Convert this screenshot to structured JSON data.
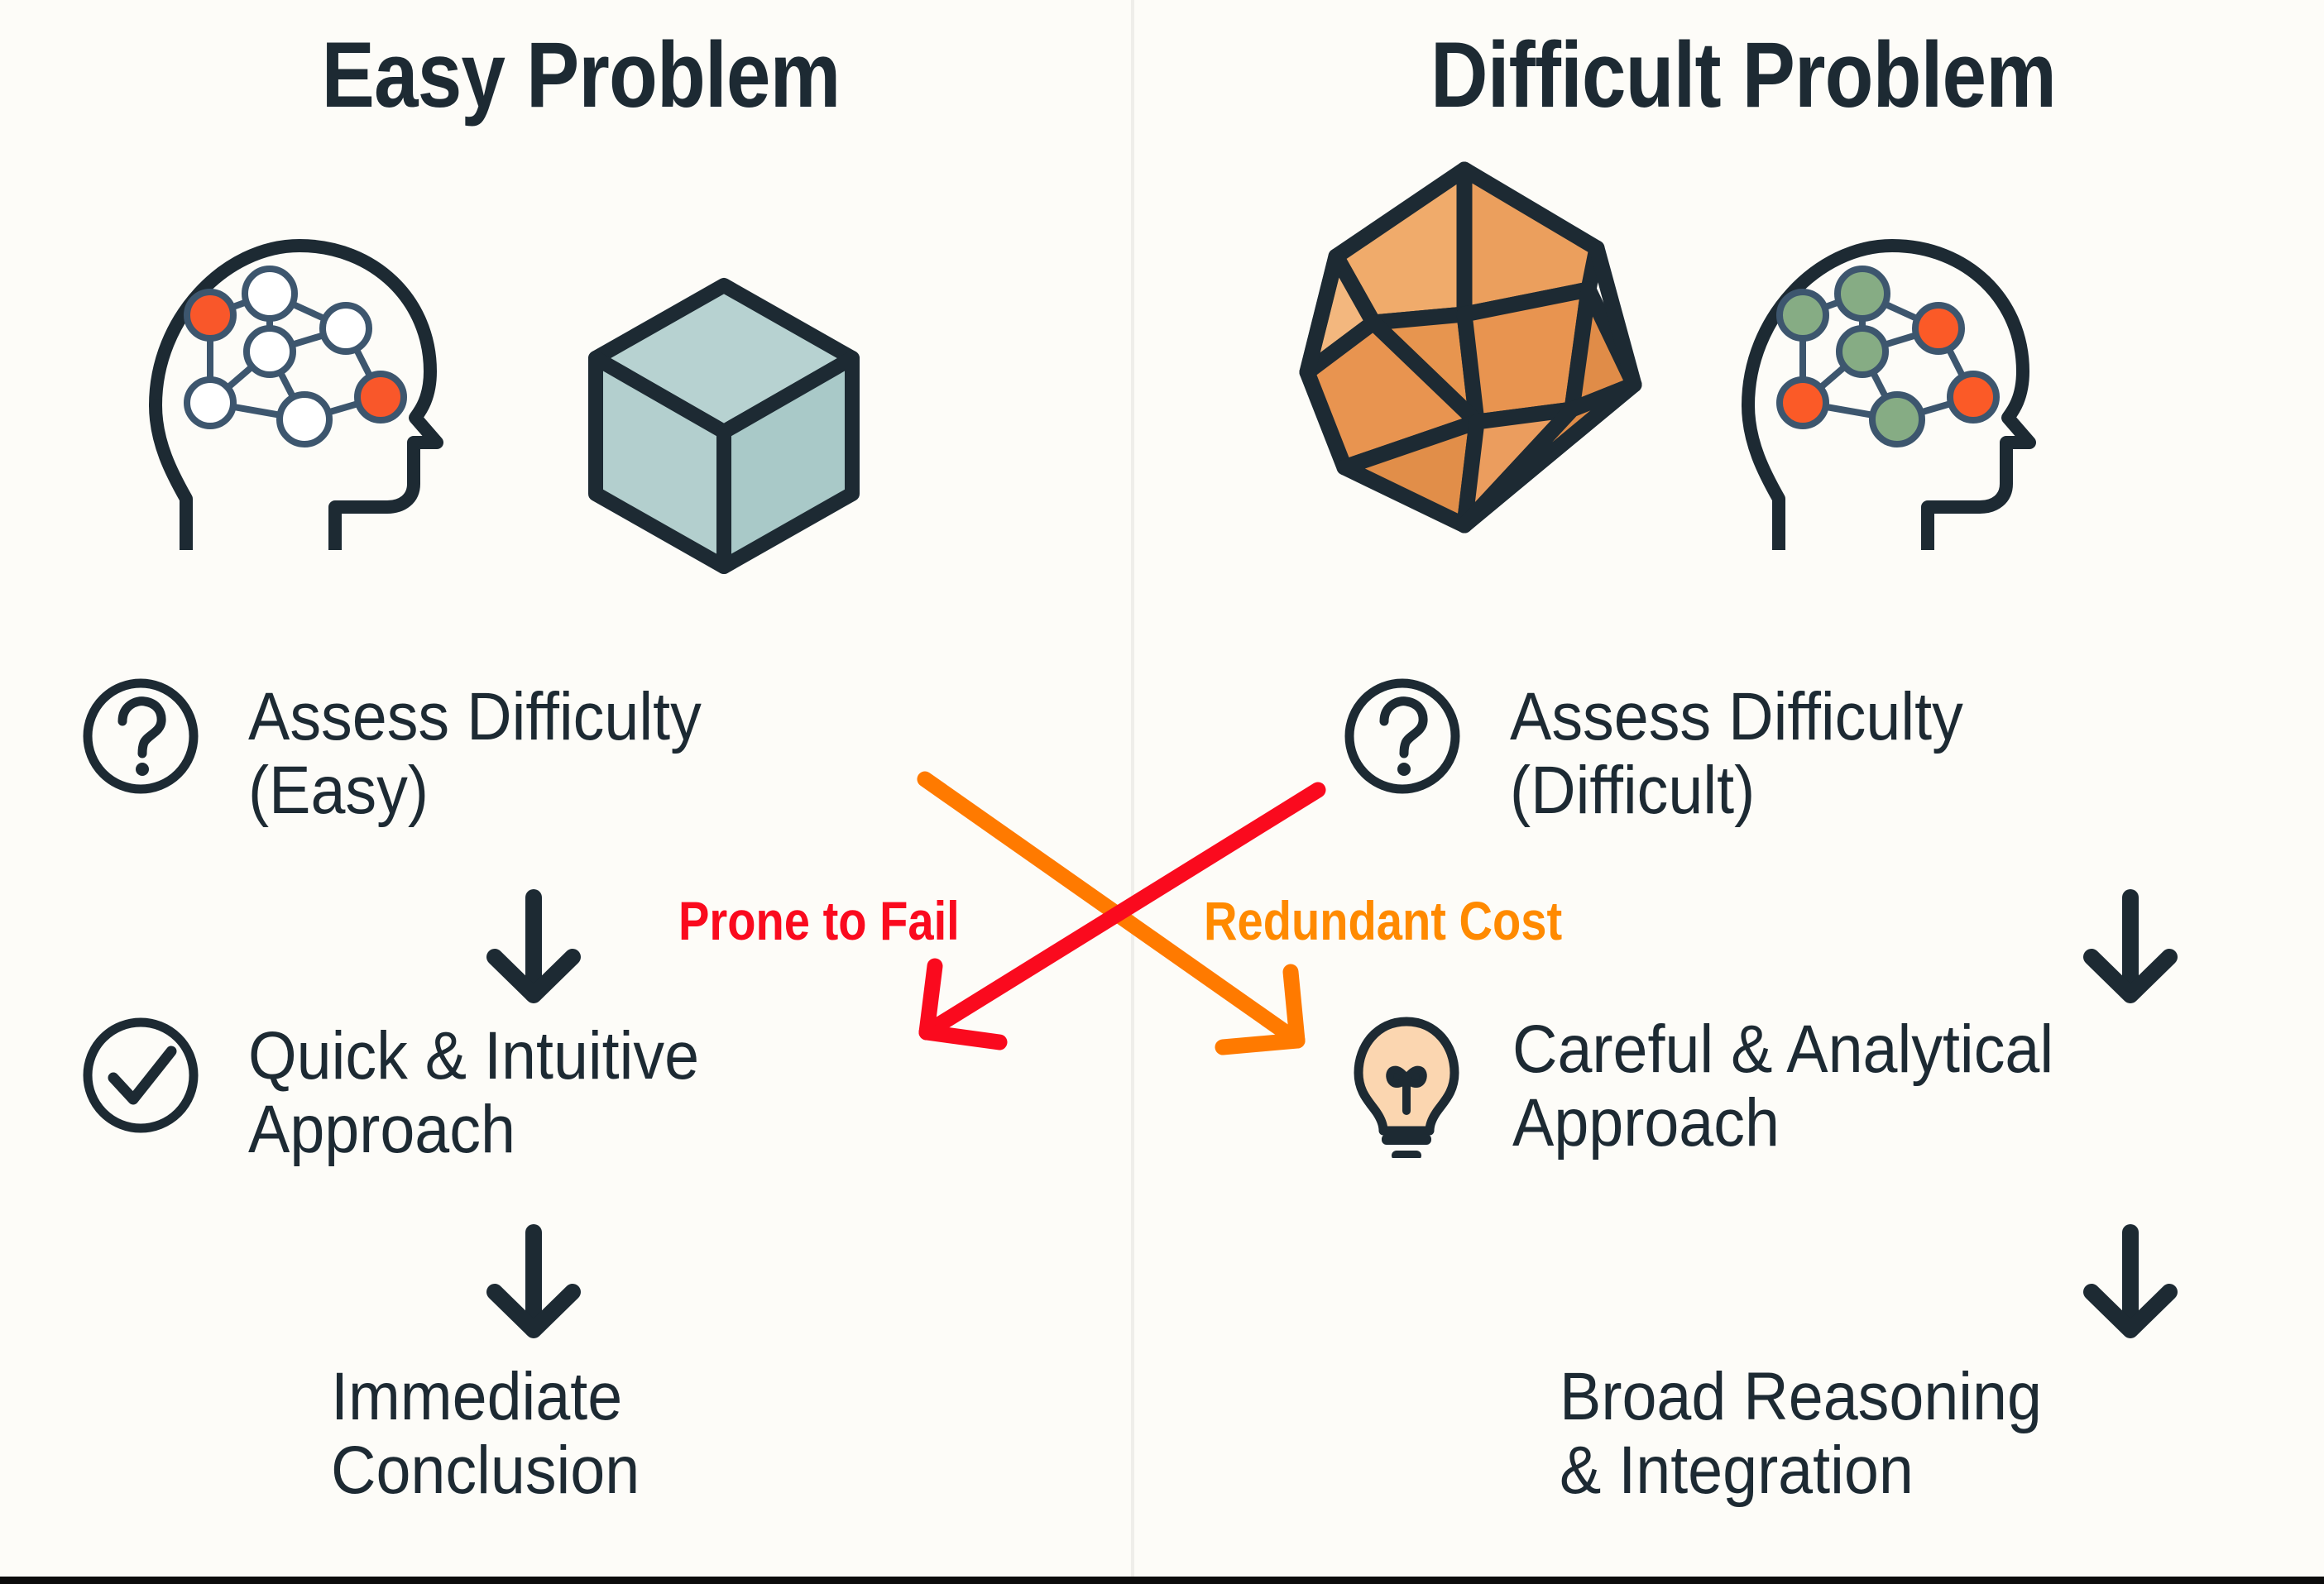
{
  "page": {
    "background_color": "#fdfcf8",
    "divider_color": "#efeeea",
    "ink_color": "#1d2a33"
  },
  "left_panel": {
    "title": "Easy Problem",
    "hero": {
      "head_icon": "head-network-icon",
      "object_icon": "cube-icon",
      "cube_fill": "#aecdcc",
      "node_accent": "#f9572a",
      "node_fill": "#ffffff"
    },
    "steps": [
      {
        "icon": "question-mark-circle-icon",
        "label": "Assess Difficulty\n(Easy)"
      },
      {
        "icon": "check-circle-icon",
        "label": "Quick & Intuitive\nApproach"
      },
      {
        "icon": "none",
        "label": "Immediate\nConclusion"
      }
    ]
  },
  "right_panel": {
    "title": "Difficult Problem",
    "hero": {
      "object_icon": "icosahedron-icon",
      "head_icon": "head-network-icon",
      "polyhedron_fill": "#e89450",
      "polyhedron_fill_light": "#f0ab6b",
      "node_accent_green": "#86ac84",
      "node_accent_orange": "#fb5a27"
    },
    "steps": [
      {
        "icon": "question-mark-circle-icon",
        "label": "Assess Difficulty\n(Difficult)"
      },
      {
        "icon": "lightbulb-icon",
        "label": "Careful & Analytical\nApproach"
      },
      {
        "icon": "none",
        "label": "Broad Reasoning\n& Integration"
      }
    ]
  },
  "cross_annotations": [
    {
      "id": "prone",
      "label": "Prone to Fail",
      "color": "#fa0a1e",
      "from": "Assess Difficulty (Difficult)",
      "to": "Quick & Intuitive Approach"
    },
    {
      "id": "redundant",
      "label": "Redundant Cost",
      "color": "#ff8a00",
      "from": "Assess Difficulty (Easy)",
      "to": "Careful & Analytical Approach"
    }
  ]
}
